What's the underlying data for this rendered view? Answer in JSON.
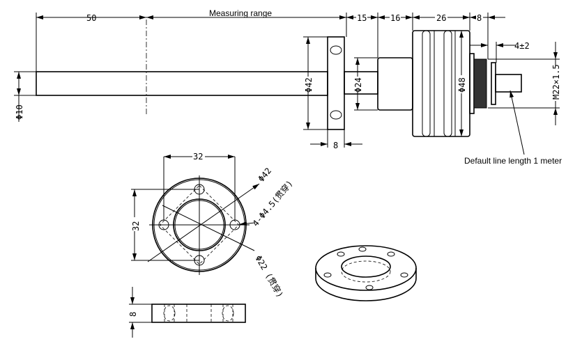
{
  "labels": {
    "measuring_range": "Measuring range",
    "len_50": "50",
    "len_15": "15",
    "len_16": "16",
    "len_26": "26",
    "len_8_top": "8",
    "tol_4": "4±2",
    "dia_10": "Φ10",
    "dia_42": "Φ42",
    "dia_24": "Φ24",
    "dia_48": "Φ48",
    "thread": "M22×1.5",
    "flange_thk": "8",
    "cable_note": "Default line length 1 meter",
    "front_32_h": "32",
    "front_32_v": "32",
    "front_dia_42": "Φ42",
    "holes": "4-Φ4.5(贯穿)",
    "bore": "Φ22 (贯穿)",
    "side_thk": "8"
  }
}
